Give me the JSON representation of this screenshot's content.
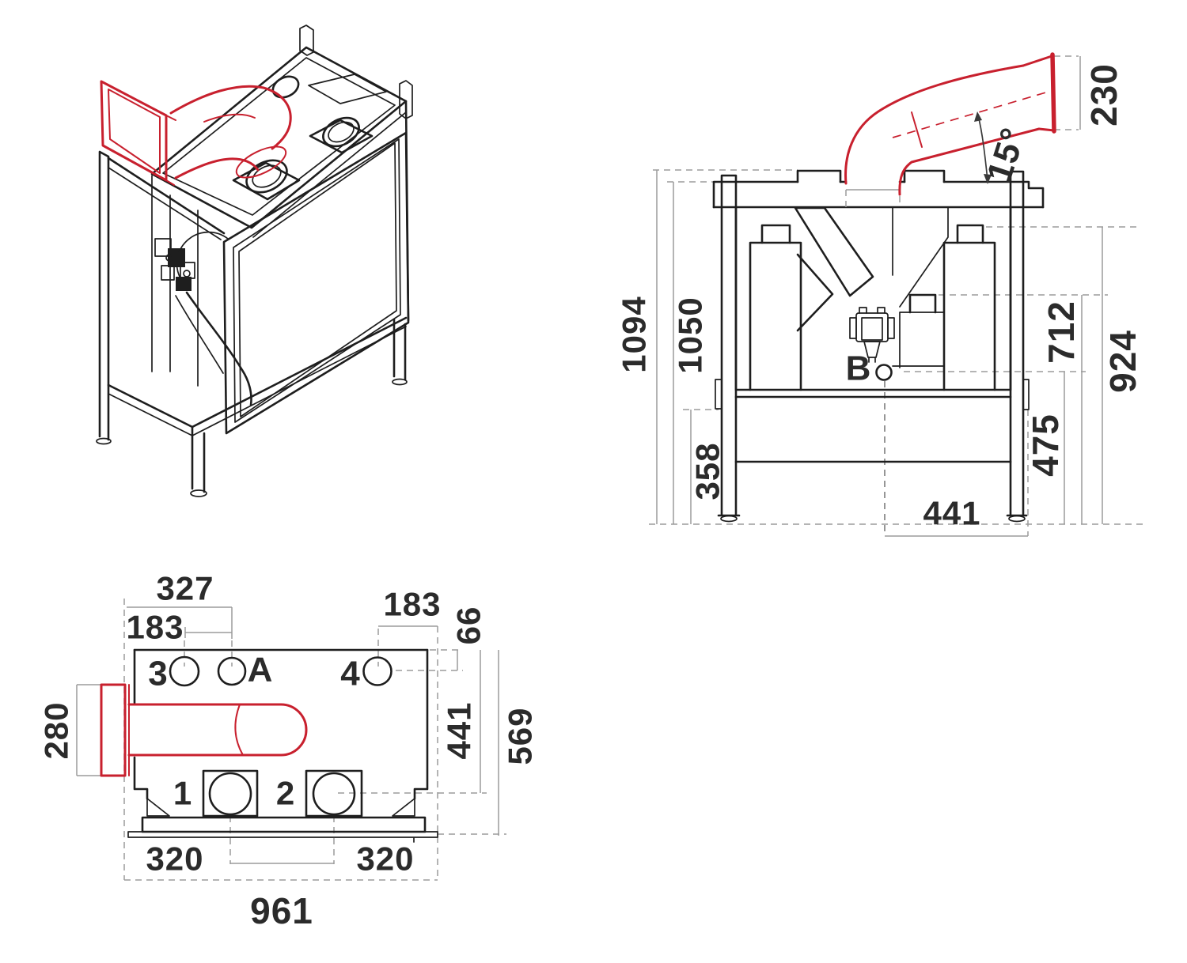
{
  "colors": {
    "line": "#1e1e1e",
    "accent_red": "#c8202e",
    "dim_gray": "#9b9b9b",
    "text": "#2b2b2b",
    "background": "#ffffff"
  },
  "rear_view": {
    "dims": {
      "total_height": "1094",
      "body_height": "1050",
      "stand_height": "358",
      "foot_offset": "441",
      "ledge_height": "475",
      "mid_height": "712",
      "frame_height": "924",
      "duct_width": "230",
      "duct_angle": "15°"
    },
    "labels": {
      "port_b": "B"
    }
  },
  "plan_view": {
    "dims": {
      "front_offset": "327",
      "left_port_offset": "183",
      "right_port_offset": "183",
      "port_row_offset": "66",
      "depth_to_ports": "441",
      "total_depth": "569",
      "duct_width": "280",
      "bottom_left_offset": "320",
      "bottom_right_offset": "320",
      "total_width": "961"
    },
    "labels": {
      "port_1": "1",
      "port_2": "2",
      "port_3": "3",
      "port_4": "4",
      "port_a": "A"
    }
  }
}
